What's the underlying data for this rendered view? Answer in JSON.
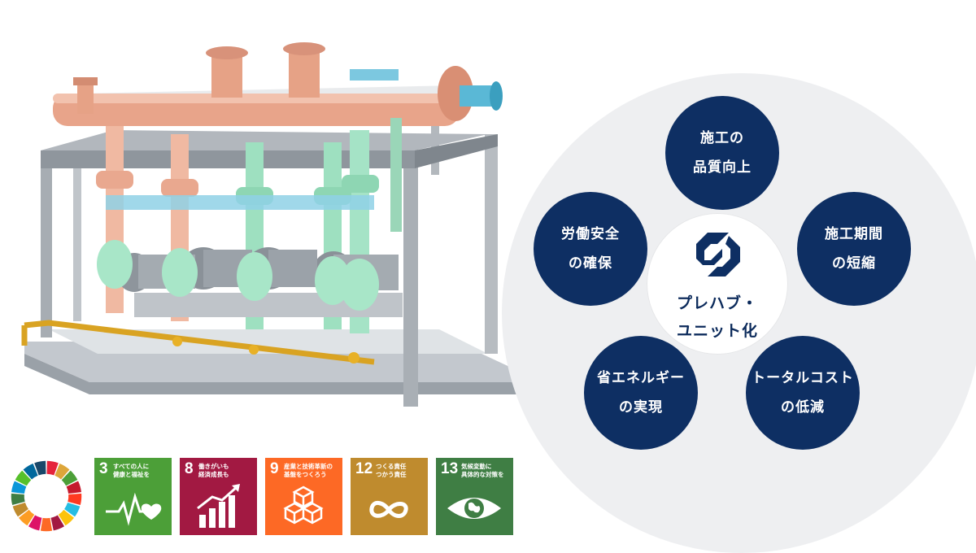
{
  "diagram": {
    "center": {
      "label_line1": "プレハブ・",
      "label_line2": "ユニット化"
    },
    "nodes": [
      {
        "label": "施工の\n品質向上"
      },
      {
        "label": "施工期間\nの短縮"
      },
      {
        "label": "トータルコスト\nの低減"
      },
      {
        "label": "省エネルギー\nの実現"
      },
      {
        "label": "労働安全\nの確保"
      }
    ],
    "colors": {
      "navy": "#0e2f63",
      "backdrop": "#eeeff1"
    }
  },
  "sdgs": {
    "goals": [
      {
        "number": "3",
        "title": "すべての人に\n健康と福祉を",
        "color": "#4c9f38",
        "icon": "heartbeat-icon"
      },
      {
        "number": "8",
        "title": "働きがいも\n経済成長も",
        "color": "#a21942",
        "icon": "growth-chart-icon"
      },
      {
        "number": "9",
        "title": "産業と技術革新の\n基盤をつくろう",
        "color": "#fd6925",
        "icon": "cubes-icon"
      },
      {
        "number": "12",
        "title": "つくる責任\nつかう責任",
        "color": "#bf8b2e",
        "icon": "infinity-icon"
      },
      {
        "number": "13",
        "title": "気候変動に\n具体的な対策を",
        "color": "#3f7e44",
        "icon": "earth-eye-icon"
      }
    ]
  }
}
